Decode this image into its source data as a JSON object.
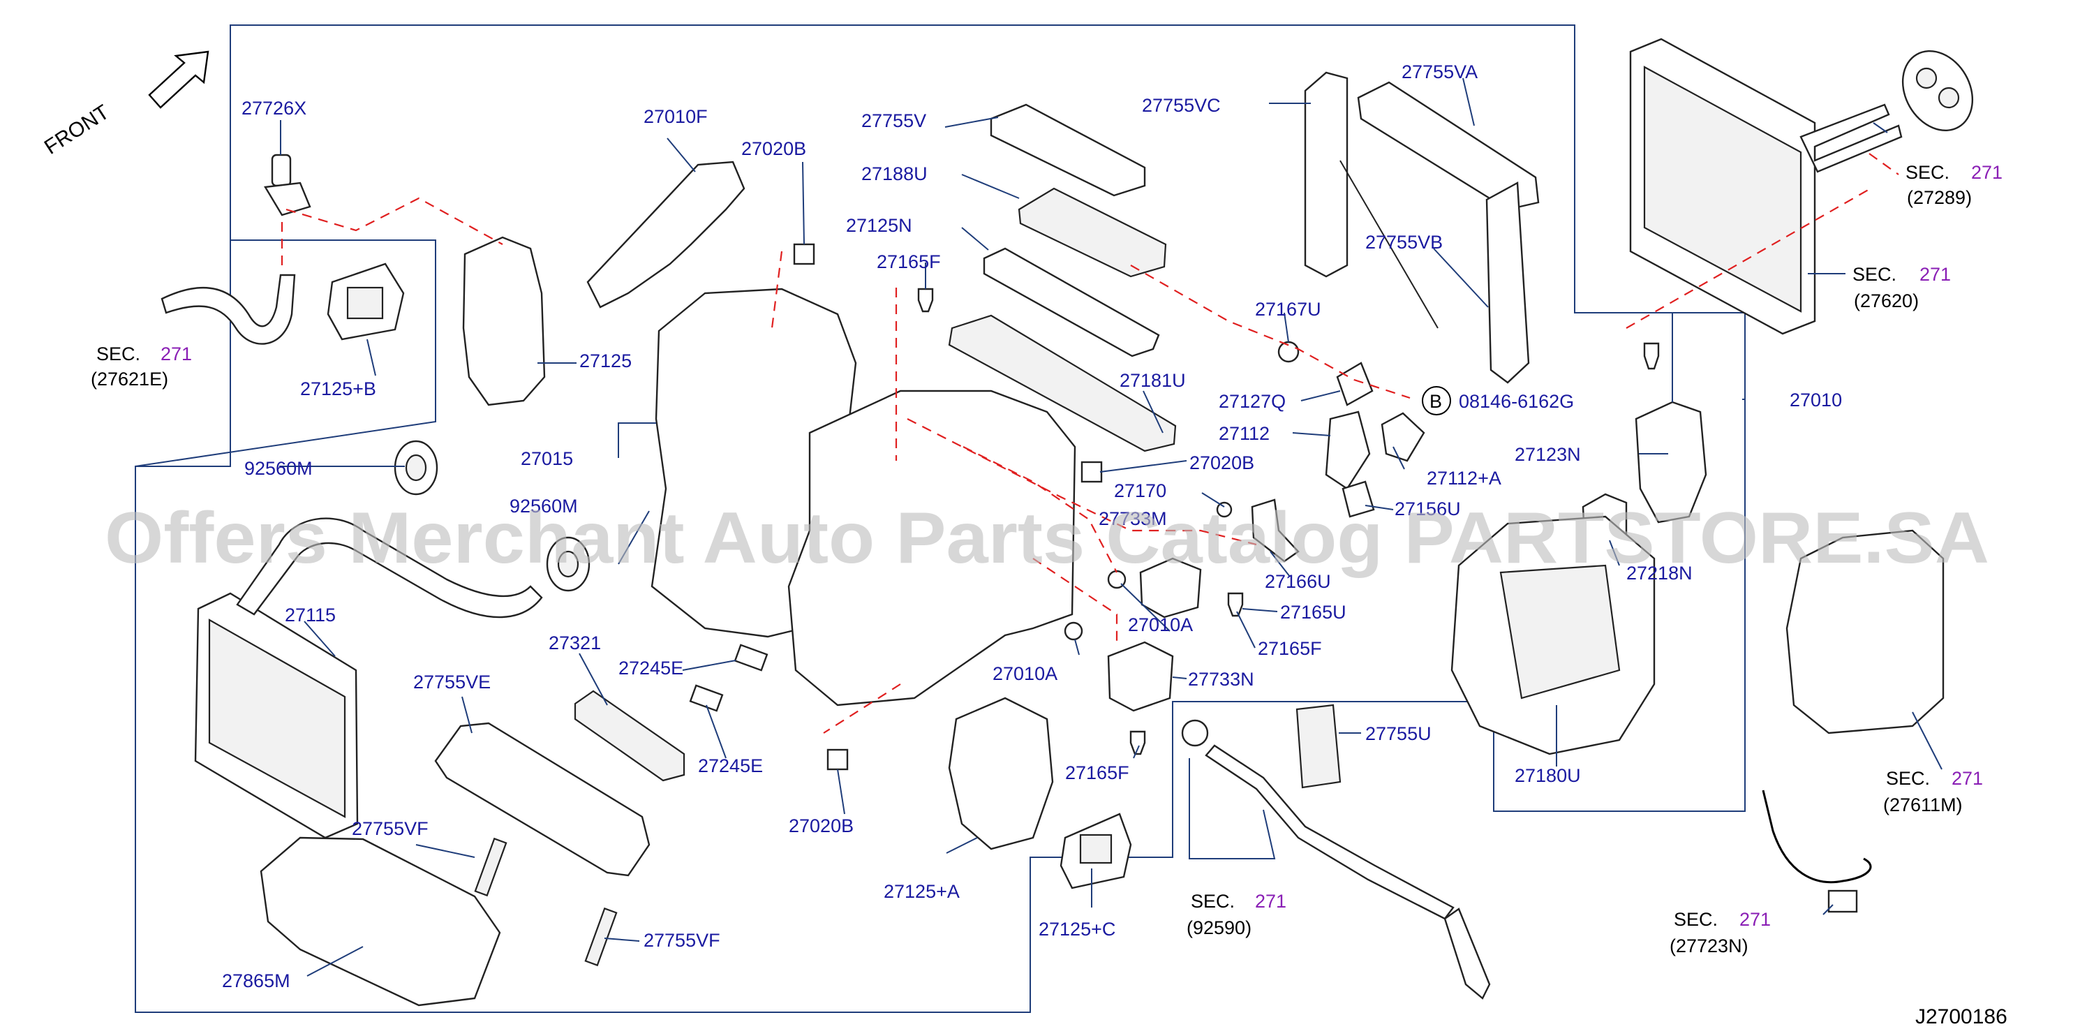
{
  "diagram": {
    "front_label": "FRONT",
    "diagram_code": "J2700186",
    "watermark": "Offers Merchant Auto Parts Catalog PARTSTORE.SA",
    "callout_b": "B",
    "parts": {
      "p27726X": "27726X",
      "p27010F": "27010F",
      "p27020B_top": "27020B",
      "p27755V": "27755V",
      "p27188U": "27188U",
      "p27125N": "27125N",
      "p27165F_top": "27165F",
      "p27755VC": "27755VC",
      "p27755VA": "27755VA",
      "p27755VB": "27755VB",
      "p27167U": "27167U",
      "p27127Q": "27127Q",
      "p08146": "08146-6162G",
      "p27112": "27112",
      "p27112A": "27112+A",
      "p27156U": "27156U",
      "p27181U": "27181U",
      "p27020B_mid": "27020B",
      "p27170": "27170",
      "p27733M": "27733M",
      "p27166U": "27166U",
      "p27165U": "27165U",
      "p27165F_mid": "27165F",
      "p27010A_right": "27010A",
      "p27010A_left": "27010A",
      "p27733N": "27733N",
      "p27165F_low": "27165F",
      "p27125": "27125",
      "p27125B": "27125+B",
      "p27015": "27015",
      "p92560M_a": "92560M",
      "p92560M_b": "92560M",
      "p27115": "27115",
      "p27321": "27321",
      "p27245E_a": "27245E",
      "p27245E_b": "27245E",
      "p27755VE": "27755VE",
      "p27020B_low": "27020B",
      "p27755VF_a": "27755VF",
      "p27755VF_b": "27755VF",
      "p27865M": "27865M",
      "p27125A": "27125+A",
      "p27125C": "27125+C",
      "p27755U": "27755U",
      "p27010": "27010",
      "p27123N": "27123N",
      "p27218N": "27218N",
      "p27180U": "27180U"
    },
    "sections": [
      {
        "word": "SEC.",
        "num": "271",
        "ref": "(27621E)"
      },
      {
        "word": "SEC.",
        "num": "271",
        "ref": "(27289)"
      },
      {
        "word": "SEC.",
        "num": "271",
        "ref": "(27620)"
      },
      {
        "word": "SEC.",
        "num": "271",
        "ref": "(27611M)"
      },
      {
        "word": "SEC.",
        "num": "271",
        "ref": "(92590)"
      },
      {
        "word": "SEC.",
        "num": "271",
        "ref": "(27723N)"
      }
    ]
  }
}
